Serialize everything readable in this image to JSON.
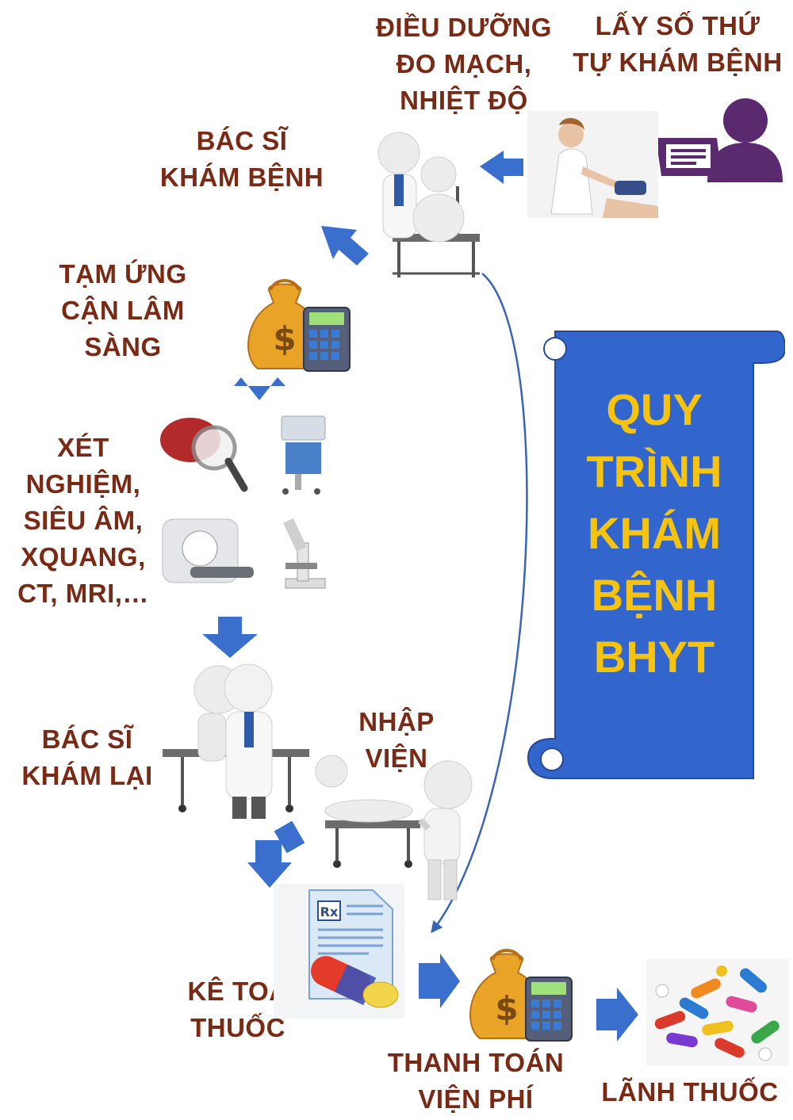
{
  "title": "QUY\nTRÌNH\nKHÁM\nBỆNH\nBHYT",
  "colors": {
    "label_text": "#7a2a14",
    "arrow": "#3a6fce",
    "scroll_fill": "#3366cc",
    "scroll_text": "#f6c410",
    "connector_line": "#3a64b8"
  },
  "steps": [
    {
      "id": "get-number",
      "label": "LẤY SỐ THỨ\nTỰ KHÁM BỆNH",
      "icon": "kiosk-user-icon"
    },
    {
      "id": "nurse",
      "label": "ĐIỀU DƯỠNG\nĐO MẠCH,\nNHIỆT ĐỘ",
      "icon": "nurse-blood-pressure-icon"
    },
    {
      "id": "doctor-exam",
      "label": "BÁC SĨ\nKHÁM BỆNH",
      "icon": "doctor-patient-icon"
    },
    {
      "id": "advance-payment",
      "label": "TẠM ỨNG\nCẬN LÂM\nSÀNG",
      "icon": "money-bag-calculator-icon"
    },
    {
      "id": "tests",
      "label": "XÉT\nNGHIỆM,\nSIÊU ÂM,\nXQUANG,\nCT, MRI,…",
      "icon": "lab-equipment-icon"
    },
    {
      "id": "doctor-recheck",
      "label": "BÁC SĨ\nKHÁM LẠI",
      "icon": "doctor-stretcher-icon"
    },
    {
      "id": "admission",
      "label": "NHẬP\nVIỆN",
      "icon": "patient-stretcher-icon"
    },
    {
      "id": "prescription",
      "label": "KÊ TOA\nTHUỐC",
      "icon": "prescription-pills-icon"
    },
    {
      "id": "payment",
      "label": "THANH TOÁN\nVIỆN PHÍ",
      "icon": "money-bag-calculator-icon"
    },
    {
      "id": "medicine",
      "label": "LÃNH THUỐC",
      "icon": "pills-pile-icon"
    }
  ],
  "icons": {
    "calculator": "calculator-icon",
    "rx_label": "Rx"
  }
}
